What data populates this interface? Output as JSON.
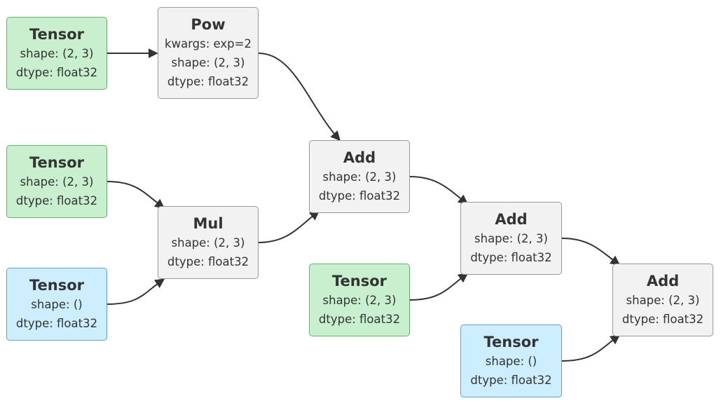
{
  "nodes": {
    "tensor_a": {
      "title": "Tensor",
      "lines": [
        "shape: (2, 3)",
        "dtype: float32"
      ]
    },
    "pow": {
      "title": "Pow",
      "lines": [
        "kwargs: exp=2",
        "shape: (2, 3)",
        "dtype: float32"
      ]
    },
    "tensor_b": {
      "title": "Tensor",
      "lines": [
        "shape: (2, 3)",
        "dtype: float32"
      ]
    },
    "tensor_c": {
      "title": "Tensor",
      "lines": [
        "shape: ()",
        "dtype: float32"
      ]
    },
    "mul": {
      "title": "Mul",
      "lines": [
        "shape: (2, 3)",
        "dtype: float32"
      ]
    },
    "add1": {
      "title": "Add",
      "lines": [
        "shape: (2, 3)",
        "dtype: float32"
      ]
    },
    "tensor_d": {
      "title": "Tensor",
      "lines": [
        "shape: (2, 3)",
        "dtype: float32"
      ]
    },
    "add2": {
      "title": "Add",
      "lines": [
        "shape: (2, 3)",
        "dtype: float32"
      ]
    },
    "tensor_e": {
      "title": "Tensor",
      "lines": [
        "shape: ()",
        "dtype: float32"
      ]
    },
    "add3": {
      "title": "Add",
      "lines": [
        "shape: (2, 3)",
        "dtype: float32"
      ]
    }
  },
  "colors": {
    "op_fill": "#f2f2f2",
    "tensor_fill": "#c8f0cf",
    "scalar_fill": "#cdeeff",
    "edge": "#333333"
  },
  "edges": [
    {
      "from": "tensor_a",
      "to": "pow"
    },
    {
      "from": "pow",
      "to": "add1"
    },
    {
      "from": "tensor_b",
      "to": "mul"
    },
    {
      "from": "tensor_c",
      "to": "mul"
    },
    {
      "from": "mul",
      "to": "add1"
    },
    {
      "from": "add1",
      "to": "add2"
    },
    {
      "from": "tensor_d",
      "to": "add2"
    },
    {
      "from": "add2",
      "to": "add3"
    },
    {
      "from": "tensor_e",
      "to": "add3"
    }
  ]
}
